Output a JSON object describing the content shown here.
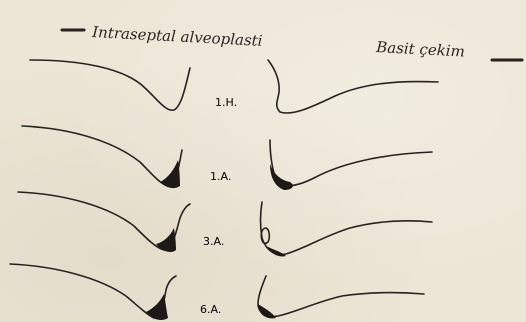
{
  "legend": {
    "left_label": "Intraseptal alveoplasti",
    "right_label": "Basit çekim"
  },
  "stages": [
    {
      "label": "1.H."
    },
    {
      "label": "1.A."
    },
    {
      "label": "3.A."
    },
    {
      "label": "6.A."
    }
  ],
  "colors": {
    "ink": "#262220",
    "paper": "#ece6d6"
  }
}
